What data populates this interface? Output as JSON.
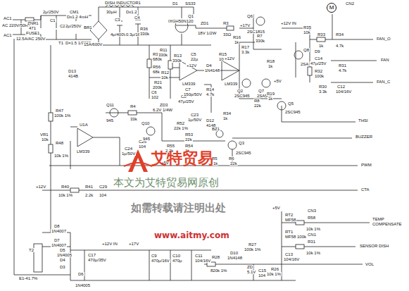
{
  "diagram": {
    "nodes": [
      {
        "text": [
          "M"
        ]
      }
    ],
    "labels": [
      "AC1",
      "AC 220V/50Hz",
      "AC1",
      "ZNR1",
      "471",
      "FUSE1",
      "12.5A/AC 250V",
      "2μ/250V",
      "C1",
      "CM1",
      "Dx1.2 4mH",
      "C2",
      "2μ/250V",
      "T1",
      "D×1.5 1/3000",
      "DISH INDUCTOR1",
      "30μH",
      "Dx1.2",
      "BR1",
      "15A/600V",
      "C3",
      "4μ/400V",
      "C4",
      "0.3μ/1600V",
      "D1",
      "SS33",
      "Q1",
      "IXGH50N120",
      "R36",
      "330k",
      "ZD1",
      "18V 1/2W",
      "R3",
      "33Ω",
      "+17V",
      "Q6",
      "2SC1815",
      "R37",
      "680k",
      "R56",
      "68k",
      "R11",
      "330k",
      "R12",
      "10k",
      "R13",
      "330k",
      "C5",
      "22μ",
      "R21",
      "200k",
      "C6",
      "102",
      "ZD3",
      "6.2V 1/4W",
      "C8",
      "47μ/25V",
      "+12V",
      "LM339",
      "C7",
      "150p/50V",
      "D4",
      "1N4148",
      "R14",
      "4.7k",
      "R15",
      "10k",
      "+12V",
      "LM339",
      "R16",
      "1k",
      "R17",
      "3.3k",
      "Q2",
      "2SC945",
      "Q7",
      "2SA562",
      "R7",
      "330k",
      "R18",
      "1k",
      "+5V",
      "R19",
      "1k",
      "Q5",
      "2SC945",
      "R8",
      "22k",
      "D13",
      "414B",
      "R47",
      "100k 1%",
      "R48",
      "10k 1%",
      "VR1",
      "10k",
      "U1A",
      "LM339",
      "Q11",
      "945",
      "R4",
      "33k",
      "C23",
      "1μ/50V",
      "D12",
      "4148",
      "R34",
      "1k",
      "R52",
      "22k 1%",
      "R53",
      "22k",
      "R54",
      "1k",
      "C24",
      "1μ/50V",
      "C25",
      "104",
      "R55",
      "2.2k",
      "Q10",
      "945",
      "BZ1",
      "Q3",
      "2SC945",
      "R5",
      "1k",
      "R6",
      "22k",
      "R40",
      "10k 1%",
      "R41",
      "2.2k",
      "C29",
      "104",
      "+12V",
      "+5V",
      "D8",
      "1N4007",
      "D7",
      "1N4007",
      "T2",
      "D5",
      "1N4005",
      "D4",
      "D3",
      "D6",
      "1N4005",
      "E1-41.7%",
      "+12V IN",
      "+17V",
      "C17",
      "470μ/35V",
      "C9",
      "470μ/16V",
      "C10",
      "470μ",
      "C11",
      "104/16V",
      "R28",
      "820k 1%",
      "D10",
      "1N4148",
      "ZD",
      "5.1V",
      "C15",
      "104",
      "R26",
      "10k 1%",
      "R27",
      "100k 1%",
      "+5V",
      "RT2",
      "MF58",
      "CN3",
      "R58",
      "10k 1%",
      "TEMP COMPENSATE",
      "RT1",
      "MF58 100k",
      "CN1",
      "R31",
      "10k 1%",
      "C13",
      "104/16V",
      "SENSOR DISH",
      "VOL",
      "+12V IN",
      "R35",
      "10k",
      "Q8",
      "2SA733",
      "D9",
      "C14",
      "47μ/25V",
      "R33",
      "1k",
      "R34",
      "4.7k",
      "R32",
      "100k",
      "R30",
      "3.3k",
      "C12",
      "104/16V",
      "R31",
      "4.7k",
      "FAN_O",
      "FAN",
      "FAN_C",
      "CN2",
      "THSI",
      "BUZZER",
      "PWM",
      "CTA",
      "本文为艾特贸易网原创",
      "如需转载请注明出处",
      "艾特贸易",
      "www.aitmy.com"
    ]
  }
}
